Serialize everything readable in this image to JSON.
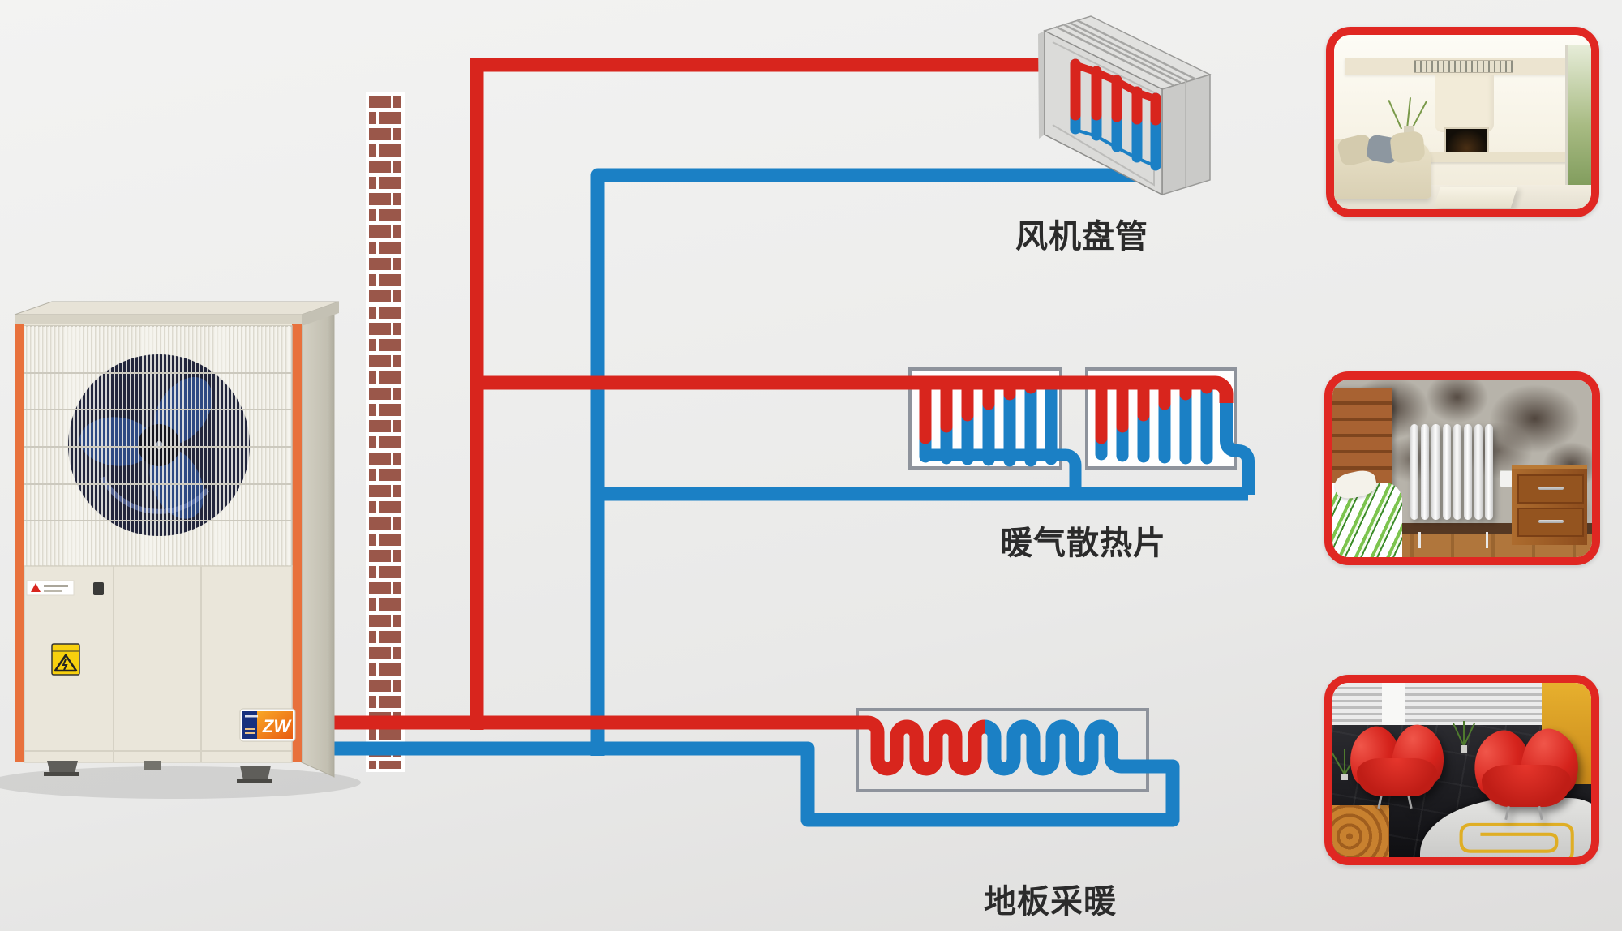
{
  "scene": {
    "title_labels": {
      "fan_coil": "风机盘管",
      "radiator": "暖气散热片",
      "floor_heating": "地板采暖"
    },
    "heat_pump": {
      "badge_text": "ZW"
    },
    "colors": {
      "hot-pipe": "#d8251d",
      "cold-pipe": "#1b80c5",
      "brick": "#9a574a",
      "photo-frame": "#e02722",
      "label-text": "#2b2b2b",
      "box-border": "#8e939c",
      "pump-orange": "#e8713c",
      "pump-body": "#ebe7da",
      "warning-yellow": "#f7d00e"
    },
    "icons": [
      "heat-pump-outdoor-unit-icon",
      "brick-wall-icon",
      "fan-coil-unit-icon",
      "radiator-panels-icon",
      "floor-heating-coil-icon"
    ]
  }
}
